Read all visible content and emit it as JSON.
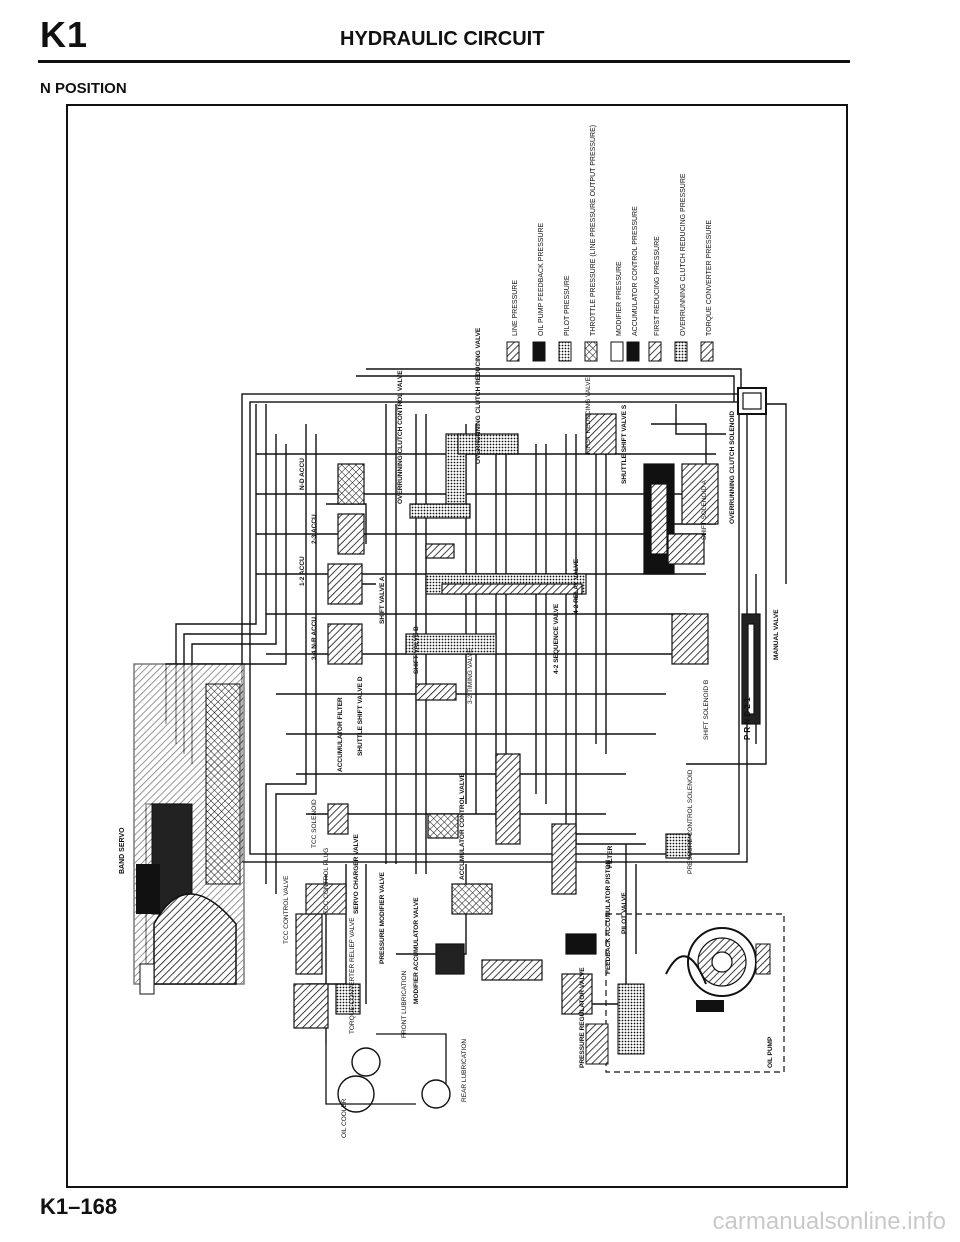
{
  "header": {
    "code": "K1",
    "title": "HYDRAULIC CIRCUIT"
  },
  "subtitle": "N POSITION",
  "legend": [
    {
      "label": "LINE PRESSURE",
      "pattern": "hatch"
    },
    {
      "label": "OIL PUMP FEEDBACK PRESSURE",
      "pattern": "solid"
    },
    {
      "label": "PILOT PRESSURE",
      "pattern": "dots"
    },
    {
      "label": "THROTTLE PRESSURE (LINE PRESSURE OUTPUT PRESSURE)",
      "pattern": "cross"
    },
    {
      "label": "MODIFIER PRESSURE",
      "pattern": "empty"
    },
    {
      "label": "ACCUMULATOR CONTROL PRESSURE",
      "pattern": "solid"
    },
    {
      "label": "FIRST REDUCING PRESSURE",
      "pattern": "hatch"
    },
    {
      "label": "OVERRUNNING CLUTCH REDUCING PRESSURE",
      "pattern": "dots"
    },
    {
      "label": "TORQUE CONVERTER PRESSURE",
      "pattern": "hatch"
    }
  ],
  "labels": {
    "band_servo": "BAND SERVO",
    "overrunning_clutch_control_valve": "OVERRUNNING CLUTCH CONTROL VALVE",
    "overrunning_clutch_reducing_valve": "OVERRUNNING CLUTCH REDUCING VALVE",
    "first_reducing_valve": "FIRST REDUCING VALVE",
    "shuttle_shift_valve_s": "SHUTTLE SHIFT VALVE S",
    "n_d_accu": "N-D ACCU",
    "accu_2_3": "2-3 ACCU",
    "accu_1_2": "1-2 ACCU",
    "n_r_accu": "3-4 N-R ACCU",
    "shift_valve_a": "SHIFT VALVE A",
    "shift_valve_b": "SHIFT VALVE B",
    "relay_valve_4_2": "4-2 RELAY VALVE",
    "sequence_valve_4_2": "4-2 SEQUENCE VALVE",
    "timing_valve_3_2": "3-2 TIMING VALVE",
    "shift_solenoid_a": "SHIFT SOLENOID A",
    "overrunning_clutch_solenoid": "OVERRUNNING CLUTCH SOLENOID",
    "accumulator_filter": "ACCUMULATOR FILTER",
    "shuttle_shift_valve_d": "SHUTTLE SHIFT VALVE D",
    "manual_valve": "MANUAL VALVE",
    "shift_solenoid_b": "SHIFT SOLENOID B",
    "range_letters": "P R N D 2 1",
    "tcc_solenoid": "TCC SOLENOID",
    "accumulator_control_valve": "ACCUMULATOR CONTROL VALVE",
    "tcc_control_valve": "TCC CONTROL VALVE",
    "tcc_control_plug": "TCC CONTROL PLUG",
    "servo_charger_valve": "SERVO CHARGER VALVE",
    "pressure_modifier_valve": "PRESSURE MODIFIER VALVE",
    "modifier_accumulator_valve": "MODIFIER ACCUMULATOR VALVE",
    "filter": "FILTER",
    "pilot_valve": "PILOT VALVE",
    "pressure_control_solenoid": "PRESSURE CONTROL SOLENOID",
    "torque_converter_relief_valve": "TORQUE CONVERTER RELIEF VALVE",
    "front_lubrication": "FRONT LUBRICATION",
    "rear_lubrication": "REAR LUBRICATION",
    "oil_cooler": "OIL COOLER",
    "pressure_regulator_valve": "PRESSURE REGULATOR VALVE",
    "feedback_accumulator_piston": "FEEDBACK ACCUMULATOR PISTON",
    "oil_pump": "OIL PUMP"
  },
  "footer": "K1–168",
  "watermark": "carmanualsonline.info"
}
